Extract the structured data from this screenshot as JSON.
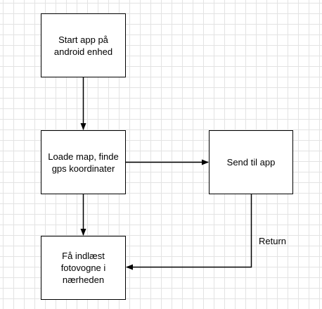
{
  "diagram": {
    "nodes": {
      "start": "Start app på\nandroid enhed",
      "load": "Loade map, finde\ngps koordinater",
      "send": "Send til app",
      "fa": "Få indlæst\nfotovogne i\nnærheden"
    },
    "edges": [
      {
        "from": "start",
        "to": "load",
        "label": ""
      },
      {
        "from": "load",
        "to": "send",
        "label": ""
      },
      {
        "from": "load",
        "to": "fa",
        "label": ""
      },
      {
        "from": "send",
        "to": "fa",
        "label": "Return"
      }
    ],
    "edge_labels": {
      "return": "Return"
    },
    "colors": {
      "stroke": "#000000",
      "fill": "#ffffff",
      "grid": "#e3e3e3"
    }
  }
}
